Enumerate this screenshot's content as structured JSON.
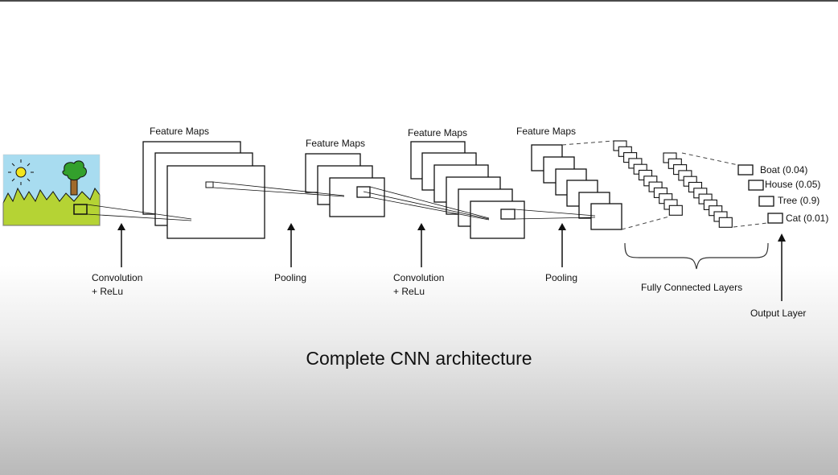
{
  "labels": {
    "feature_maps_1": "Feature Maps",
    "feature_maps_2": "Feature Maps",
    "feature_maps_3": "Feature Maps",
    "feature_maps_4": "Feature Maps",
    "conv1_line1": "Convolution",
    "conv1_line2": "+ ReLu",
    "pool1": "Pooling",
    "conv2_line1": "Convolution",
    "conv2_line2": "+ ReLu",
    "pool2": "Pooling",
    "fully_connected": "Fully Connected Layers",
    "output_layer": "Output Layer"
  },
  "outputs": [
    {
      "label": "Boat (0.04)"
    },
    {
      "label": "House (0.05)"
    },
    {
      "label": "Tree (0.9)"
    },
    {
      "label": "Cat (0.01)"
    }
  ],
  "caption": "Complete CNN architecture",
  "colors": {
    "sky": "#a8dcf0",
    "grass": "#b5d334",
    "sun": "#f4e51d",
    "tree_trunk": "#a06a2c",
    "tree_leaves": "#33a02c",
    "stroke": "#111111"
  }
}
